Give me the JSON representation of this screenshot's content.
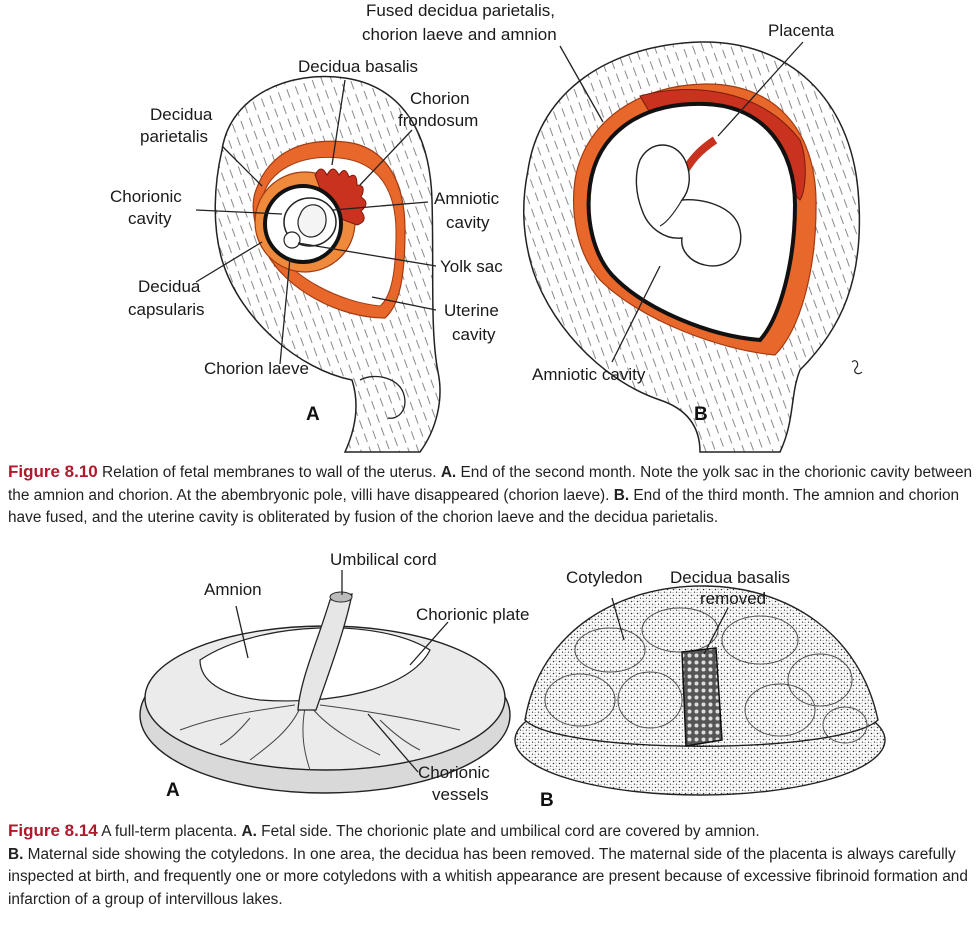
{
  "figure_8_10": {
    "panel_a": {
      "panel_letter": "A",
      "labels": {
        "decidua_basalis": "Decidua basalis",
        "decidua_parietalis_1": "Decidua",
        "decidua_parietalis_2": "parietalis",
        "chorion_frondosum_1": "Chorion",
        "chorion_frondosum_2": "frondosum",
        "chorionic_cavity_1": "Chorionic",
        "chorionic_cavity_2": "cavity",
        "amniotic_cavity_1": "Amniotic",
        "amniotic_cavity_2": "cavity",
        "yolk_sac": "Yolk sac",
        "decidua_capsularis_1": "Decidua",
        "decidua_capsularis_2": "capsularis",
        "uterine_cavity_1": "Uterine",
        "uterine_cavity_2": "cavity",
        "chorion_laeve": "Chorion laeve"
      }
    },
    "panel_b": {
      "panel_letter": "B",
      "labels": {
        "fused_1": "Fused decidua parietalis,",
        "fused_2": "chorion laeve and amnion",
        "placenta": "Placenta",
        "amniotic_cavity": "Amniotic cavity"
      }
    },
    "caption": {
      "number": "Figure 8.10",
      "text_1": " Relation of fetal membranes to wall of the uterus. ",
      "a_marker": "A.",
      "text_2": " End of the second month. Note the yolk sac in the chorionic cavity between the amnion and chorion. At the abembryonic pole, villi have disappeared (chorion laeve). ",
      "b_marker": "B.",
      "text_3": " End of the third month. The amnion and chorion have fused, and the uterine cavity is obliterated by fusion of the chorion laeve and the decidua parietalis."
    }
  },
  "figure_8_14": {
    "panel_a": {
      "panel_letter": "A",
      "labels": {
        "umbilical_cord": "Umbilical cord",
        "amnion": "Amnion",
        "chorionic_plate": "Chorionic plate",
        "chorionic_vessels_1": "Chorionic",
        "chorionic_vessels_2": "vessels"
      }
    },
    "panel_b": {
      "panel_letter": "B",
      "labels": {
        "cotyledon": "Cotyledon",
        "decidua_basalis_removed_1": "Decidua basalis",
        "decidua_basalis_removed_2": "removed"
      }
    },
    "caption": {
      "number": "Figure 8.14",
      "text_1": " A full-term placenta. ",
      "a_marker": "A.",
      "text_2": " Fetal side. The chorionic plate and umbilical cord are covered by amnion.",
      "b_marker": "B.",
      "text_3": " Maternal side showing the cotyledons. In one area, the decidua has been removed. The maternal side of the placenta is always carefully inspected at birth, and frequently one or more cotyledons with a whitish appearance are present because of excessive fibrinoid formation and infarction of a group of intervillous lakes."
    }
  },
  "colors": {
    "caption_figure_number": "#b0192b",
    "decidua_orange": "#e8672a",
    "villi_red": "#c8321e",
    "uterine_wall_gray": "#cfcfcf"
  }
}
